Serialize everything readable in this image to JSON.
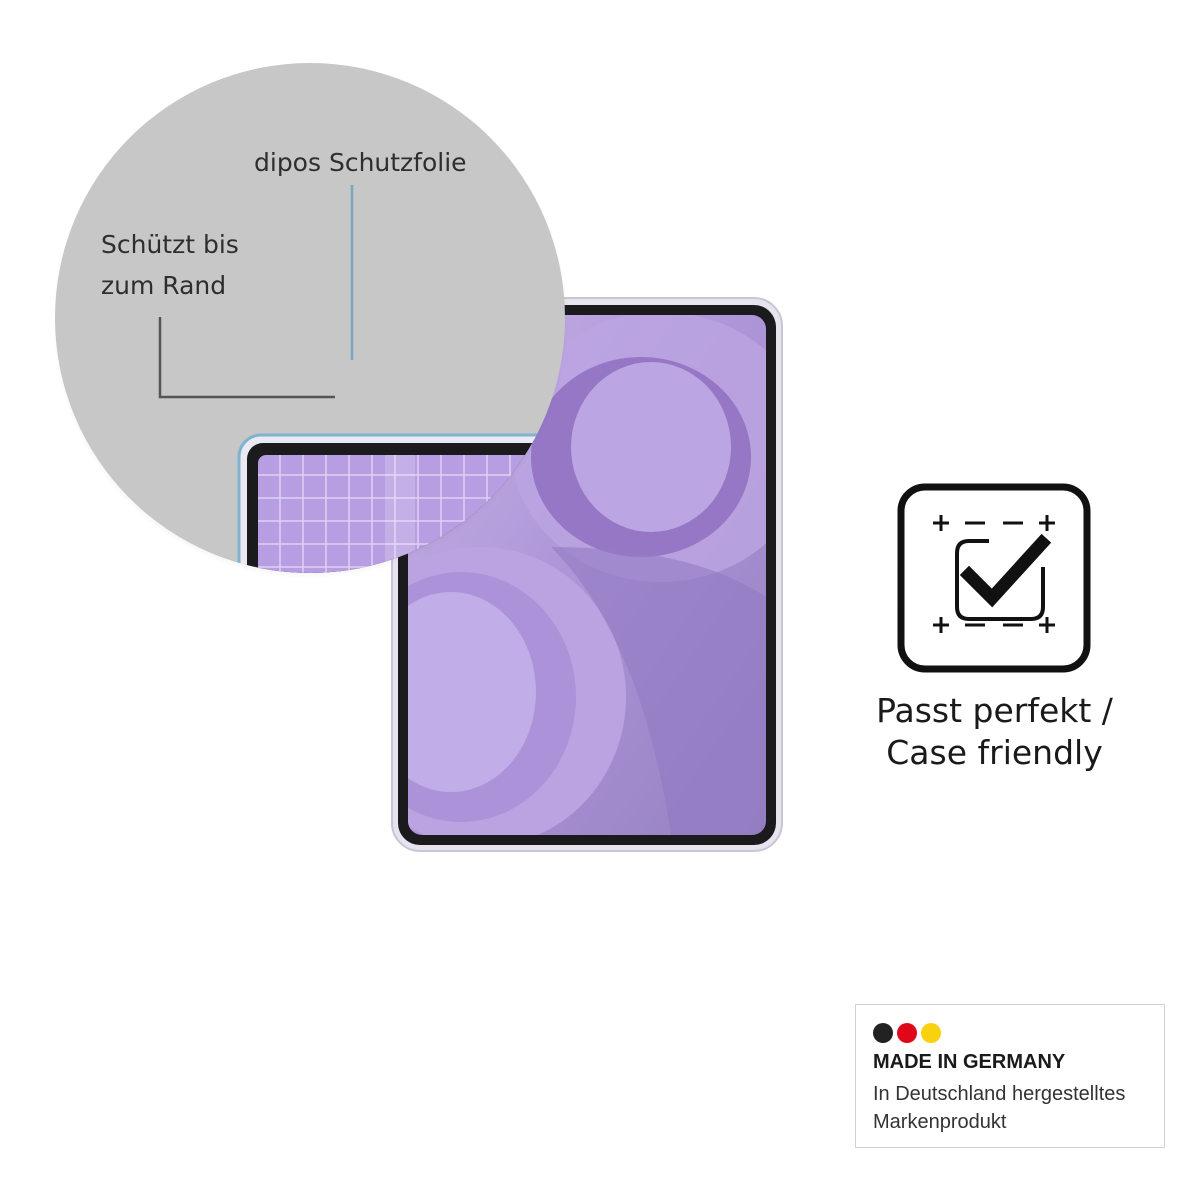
{
  "zoom": {
    "foil_label": "dipos Schutzfolie",
    "edge_label_line1": "Schützt bis",
    "edge_label_line2": "zum Rand"
  },
  "case_friendly": {
    "icon": "check-frame-icon",
    "line1": "Passt perfekt /",
    "line2": "Case friendly"
  },
  "badge": {
    "title": "MADE IN GERMANY",
    "line1": "In Deutschland hergestelltes",
    "line2": "Markenprodukt",
    "colors": [
      "#222222",
      "#e1071a",
      "#f8d10f"
    ]
  },
  "colors": {
    "circle_fill": "#c7c7c7",
    "screen_purple": "#9b84c9",
    "foil_line": "#7fa7ba"
  }
}
